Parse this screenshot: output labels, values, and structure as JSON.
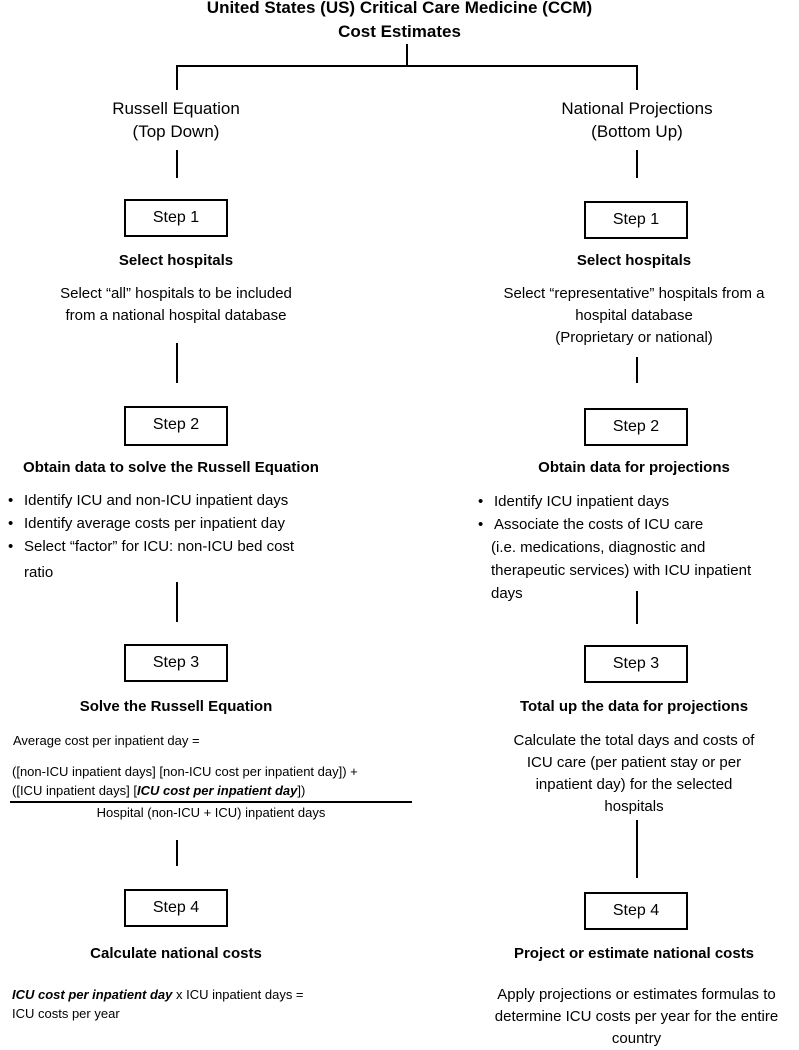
{
  "title": {
    "line1": "United States (US) Critical Care Medicine (CCM)",
    "line2": "Cost Estimates"
  },
  "left": {
    "branch_title": "Russell Equation",
    "branch_subtitle": "(Top Down)",
    "step1": {
      "label": "Step 1",
      "heading": "Select hospitals",
      "desc_line1": "Select “all” hospitals to be included",
      "desc_line2": "from a national hospital database"
    },
    "step2": {
      "label": "Step 2",
      "heading": "Obtain data to solve the Russell Equation",
      "bullets": [
        "Identify ICU and non-ICU inpatient days",
        "Identify average costs per inpatient day",
        "Select “factor” for ICU: non-ICU bed cost",
        "ratio"
      ]
    },
    "step3": {
      "label": "Step 3",
      "heading": "Solve the Russell Equation",
      "eq_intro": "Average cost per inpatient day =",
      "eq_num_line1": "([non-ICU inpatient days] [non-ICU cost per inpatient day]) +",
      "eq_num_line2_pre": "([ICU inpatient days] [",
      "eq_num_line2_emph": "ICU cost per inpatient day",
      "eq_num_line2_post": "])",
      "eq_denominator": "Hospital (non-ICU + ICU) inpatient days"
    },
    "step4": {
      "label": "Step 4",
      "heading": "Calculate national costs",
      "result_emph": "ICU cost per inpatient day",
      "result_rest": " x ICU inpatient days =",
      "result_line2": "ICU costs per year"
    }
  },
  "right": {
    "branch_title": "National Projections",
    "branch_subtitle": "(Bottom Up)",
    "step1": {
      "label": "Step 1",
      "heading": "Select hospitals",
      "desc_line1": "Select “representative” hospitals from a",
      "desc_line2": "hospital database",
      "desc_line3": "(Proprietary or national)"
    },
    "step2": {
      "label": "Step 2",
      "heading": "Obtain data for projections",
      "bullets": [
        "Identify ICU inpatient days",
        "Associate the costs of ICU care",
        "(i.e. medications, diagnostic and",
        "therapeutic services) with ICU inpatient",
        "days"
      ]
    },
    "step3": {
      "label": "Step 3",
      "heading": "Total up the data for projections",
      "desc_line1": "Calculate the total days and costs of",
      "desc_line2": "ICU care (per patient stay or per",
      "desc_line3": "inpatient day) for the selected",
      "desc_line4": "hospitals"
    },
    "step4": {
      "label": "Step 4",
      "heading": "Project or estimate national costs",
      "desc_line1": "Apply projections or estimates formulas to",
      "desc_line2": "determine ICU costs per year for the entire",
      "desc_line3": "country"
    }
  }
}
